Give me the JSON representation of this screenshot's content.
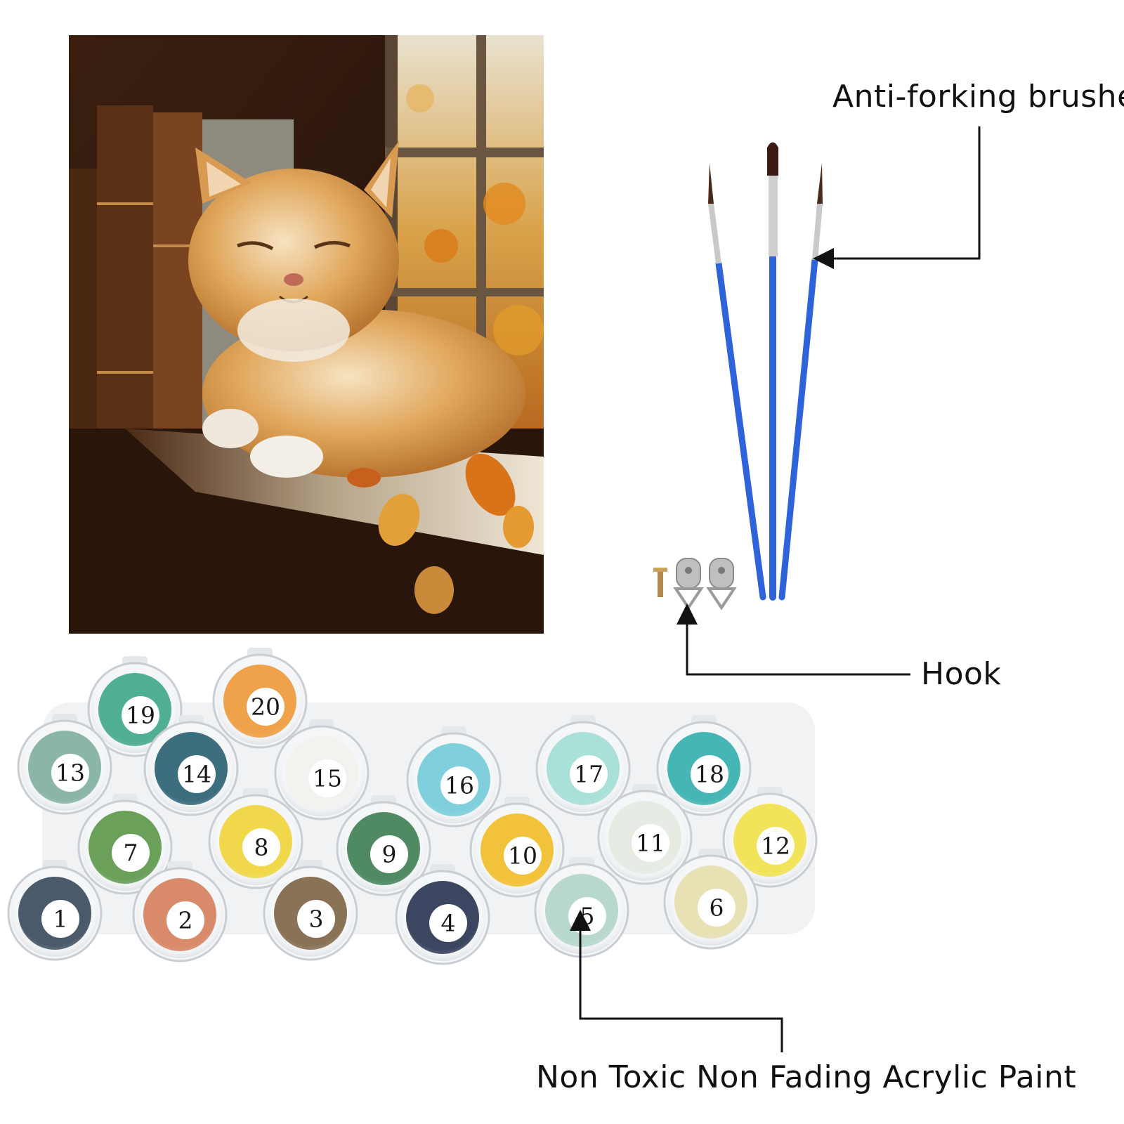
{
  "callouts": {
    "brushes": "Anti-forking brushes",
    "hook": "Hook",
    "paint": "Non Toxic Non Fading Acrylic Paint"
  },
  "painting": {
    "subject": "sleeping ginger cat by a window with books and autumn leaves"
  },
  "brushes": {
    "handle_color": "#2f63d9",
    "count": 3
  },
  "paint_pots": [
    {
      "number": "1",
      "color": "#4b5a6a"
    },
    {
      "number": "2",
      "color": "#d98a6a"
    },
    {
      "number": "3",
      "color": "#8a7256"
    },
    {
      "number": "4",
      "color": "#3c4660"
    },
    {
      "number": "5",
      "color": "#b8d8cf"
    },
    {
      "number": "6",
      "color": "#e7e1b4"
    },
    {
      "number": "7",
      "color": "#6aa05a"
    },
    {
      "number": "8",
      "color": "#f0d84a"
    },
    {
      "number": "9",
      "color": "#4f8a62"
    },
    {
      "number": "10",
      "color": "#f2c23a"
    },
    {
      "number": "11",
      "color": "#e6ece4"
    },
    {
      "number": "12",
      "color": "#f2e45a"
    },
    {
      "number": "13",
      "color": "#8ab5a8"
    },
    {
      "number": "14",
      "color": "#3c6e7e"
    },
    {
      "number": "15",
      "color": "#f2f2ee"
    },
    {
      "number": "16",
      "color": "#7fd0dc"
    },
    {
      "number": "17",
      "color": "#a9e0d8"
    },
    {
      "number": "18",
      "color": "#46b5b5"
    },
    {
      "number": "19",
      "color": "#4fae94"
    },
    {
      "number": "20",
      "color": "#f0a24a"
    }
  ]
}
